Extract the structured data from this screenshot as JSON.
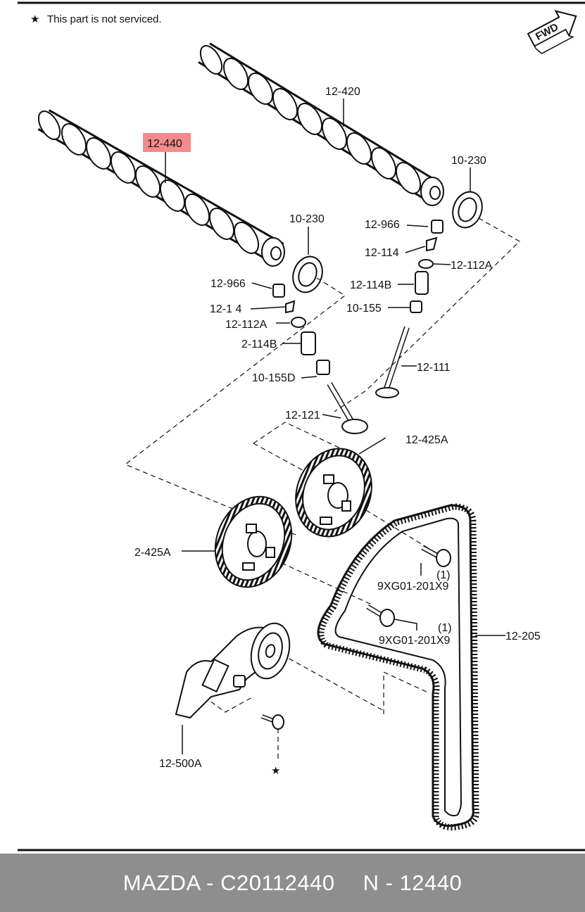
{
  "note": {
    "star": "★",
    "text": "This part is not serviced."
  },
  "fwd_label": "FWD",
  "highlight_color": "#f28b8b",
  "labels": {
    "l_12420": "12-420",
    "l_12440": "12-440",
    "l_10230_right": "10-230",
    "l_10230_left": "10-230",
    "l_12966_right": "12-966",
    "l_12114_right": "12-114",
    "l_12112a_right": "12-112A",
    "l_12114b_right": "12-114B",
    "l_10155": "10-155",
    "l_12111": "12-111",
    "l_12966_left": "12-966",
    "l_12114_left": "12-1 4",
    "l_12112a_left": "12-112A",
    "l_12114b_left": "2-114B",
    "l_10155d": "10-155D",
    "l_12121": "12-121",
    "l_12425a_right": "12-425A",
    "l_12425a_left": "2-425A",
    "l_bolt1_qty": "(1)",
    "l_bolt1": "9XG01-201X9",
    "l_bolt2_qty": "(1)",
    "l_bolt2": "9XG01-201X9",
    "l_12205": "12-205",
    "l_12500a": "12-500A",
    "star_marker": "★"
  },
  "footer": {
    "brand": "MAZDA - C20112440",
    "part": "N - 12440"
  }
}
